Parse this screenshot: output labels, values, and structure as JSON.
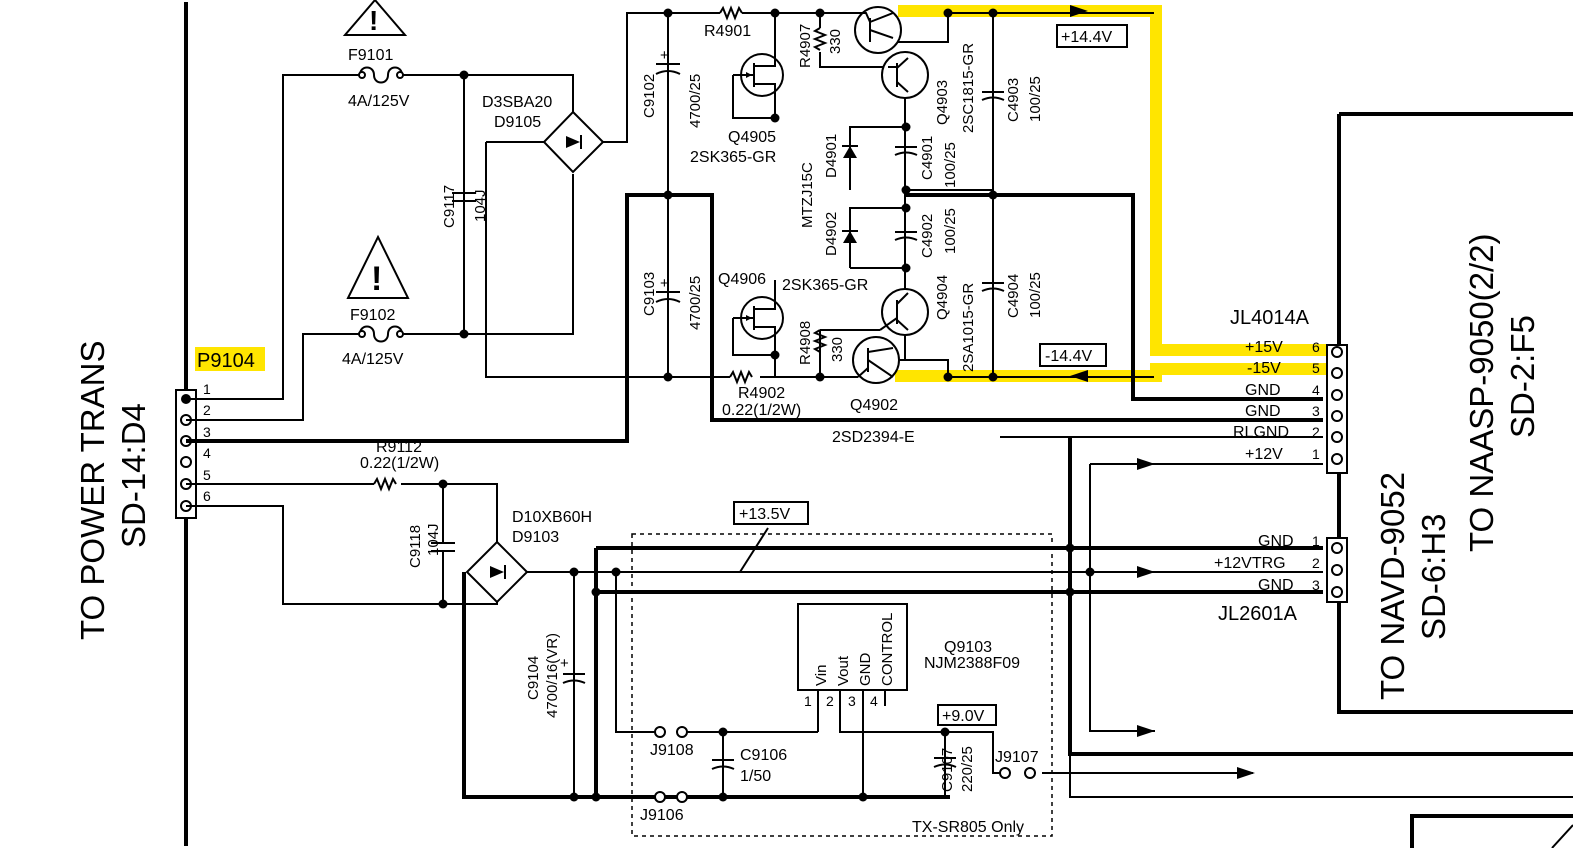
{
  "labels": {
    "to_power_trans": "TO POWER TRANS",
    "sd14": "SD-14:D4",
    "to_navd": "TO NAVD-9052",
    "sd6": "SD-6:H3",
    "to_naasp": "TO NAASP-9050(2/2)",
    "sd2": "SD-2:F5",
    "tx_only": "TX-SR805 Only"
  },
  "connectors": {
    "p9104": {
      "ref": "P9104",
      "pins": [
        "1",
        "2",
        "3",
        "4",
        "5",
        "6"
      ]
    },
    "jl4014a": {
      "ref": "JL4014A",
      "pins": [
        {
          "num": "6",
          "name": "+15V"
        },
        {
          "num": "5",
          "name": "-15V"
        },
        {
          "num": "4",
          "name": "GND"
        },
        {
          "num": "3",
          "name": "GND"
        },
        {
          "num": "2",
          "name": "RLGND"
        },
        {
          "num": "1",
          "name": "+12V"
        }
      ]
    },
    "jl2601a": {
      "ref": "JL2601A",
      "pins": [
        {
          "num": "1",
          "name": "GND"
        },
        {
          "num": "2",
          "name": "+12VTRG"
        },
        {
          "num": "3",
          "name": "GND"
        }
      ]
    }
  },
  "voltages": {
    "v14p": "+14.4V",
    "v14n": "-14.4V",
    "v135": "+13.5V",
    "v9": "+9.0V"
  },
  "components": {
    "f9101": {
      "ref": "F9101",
      "val": "4A/125V"
    },
    "f9102": {
      "ref": "F9102",
      "val": "4A/125V"
    },
    "d9105": {
      "ref": "D9105",
      "val": "D3SBA20"
    },
    "c9117": {
      "ref": "C9117",
      "val": "104J"
    },
    "c9102": {
      "ref": "C9102",
      "val": "4700/25"
    },
    "c9103": {
      "ref": "C9103",
      "val": "4700/25"
    },
    "r4901": {
      "ref": "R4901"
    },
    "r4907": {
      "ref": "R4907",
      "val": "330"
    },
    "q4905": {
      "ref": "Q4905",
      "val": "2SK365-GR"
    },
    "q4906": {
      "ref": "Q4906",
      "val": "2SK365-GR"
    },
    "q4903": {
      "ref": "Q4903",
      "val": "2SC1815-GR"
    },
    "q4904": {
      "ref": "Q4904",
      "val": "2SA1015-GR"
    },
    "d4901": {
      "ref": "D4901",
      "val": "MTZJ15C"
    },
    "d4902": {
      "ref": "D4902"
    },
    "c4901": {
      "ref": "C4901",
      "val": "100/25"
    },
    "c4902": {
      "ref": "C4902",
      "val": "100/25"
    },
    "c4903": {
      "ref": "C4903",
      "val": "100/25"
    },
    "c4904": {
      "ref": "C4904",
      "val": "100/25"
    },
    "r4908": {
      "ref": "R4908",
      "val": "330"
    },
    "r4902": {
      "ref": "R4902",
      "val": "0.22(1/2W)"
    },
    "q4902": {
      "ref": "Q4902",
      "val": "2SD2394-E"
    },
    "r9112": {
      "ref": "R9112",
      "val": "0.22(1/2W)"
    },
    "c9118": {
      "ref": "C9118",
      "val": "104J"
    },
    "d9103": {
      "ref": "D9103",
      "val": "D10XB60H"
    },
    "c9104": {
      "ref": "C9104",
      "val": "4700/16(VR)"
    },
    "q9103": {
      "ref": "Q9103",
      "val": "NJM2388F09",
      "pins": [
        "Vin",
        "Vout",
        "GND",
        "CONTROL"
      ],
      "pin_nums": [
        "1",
        "2",
        "3",
        "4"
      ]
    },
    "j9108": {
      "ref": "J9108"
    },
    "j9106": {
      "ref": "J9106"
    },
    "j9107": {
      "ref": "J9107"
    },
    "c9106": {
      "ref": "C9106",
      "val": "1/50"
    },
    "c9107": {
      "ref": "C9107",
      "val": "220/25"
    }
  },
  "colors": {
    "highlight": "#ffe500",
    "wire": "#000000"
  }
}
